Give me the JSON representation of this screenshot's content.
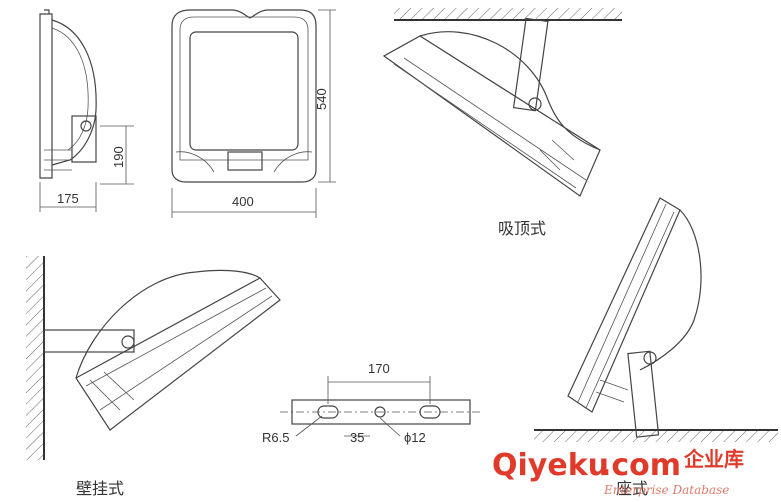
{
  "labels": {
    "side_width": "175",
    "side_height": "190",
    "front_width": "400",
    "front_height": "540",
    "bracket_span": "170",
    "bracket_radius": "R6.5",
    "bracket_offset": "35",
    "bracket_hole": "ϕ12"
  },
  "captions": {
    "ceiling_mount": "吸顶式",
    "wall_mount": "壁挂式",
    "floor_mount": "座式"
  },
  "watermark": {
    "brand": "Qiyeku",
    "domain": ".com",
    "chinese": "企业库",
    "tagline": "Enterprise Database"
  }
}
